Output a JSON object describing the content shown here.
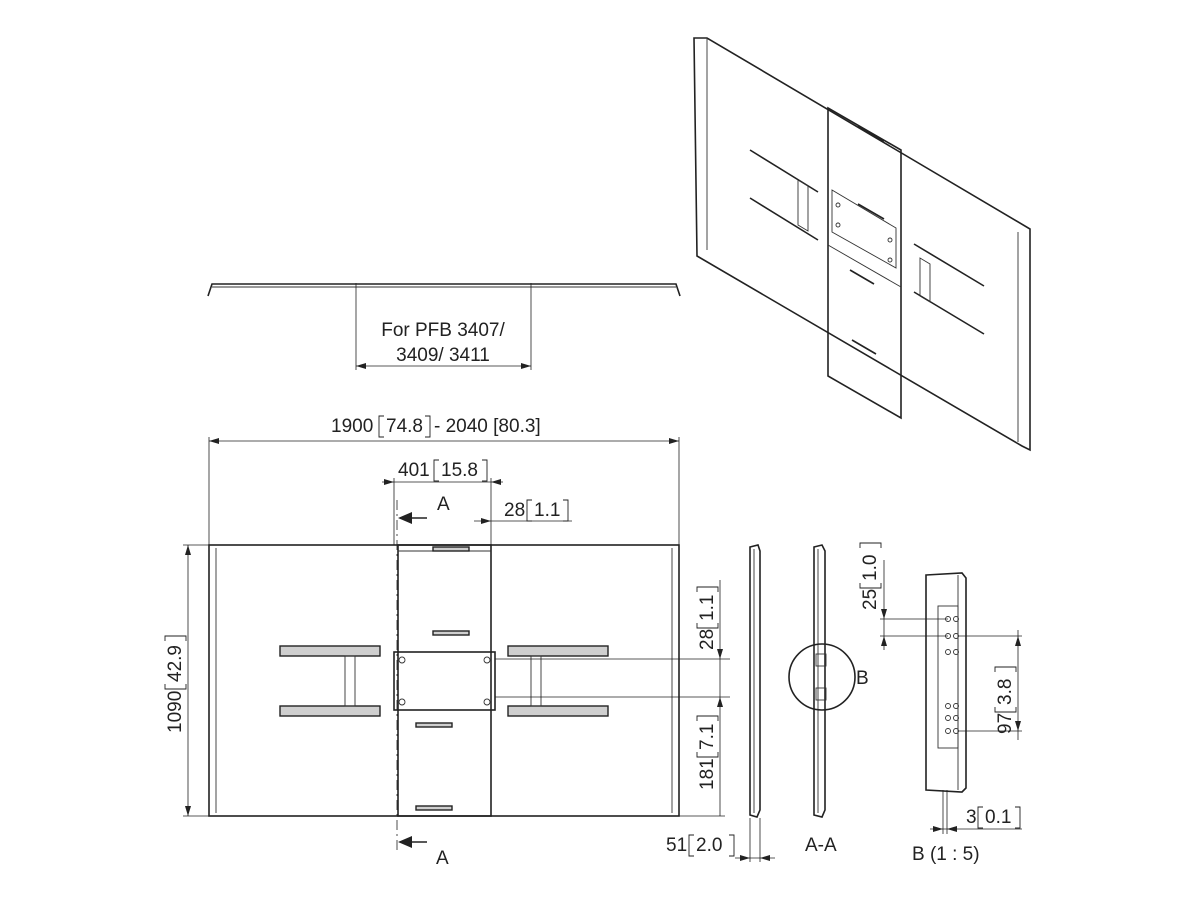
{
  "note": {
    "line1": "For PFB 3407/",
    "line2": "3409/ 3411"
  },
  "dims": {
    "width": {
      "mm": "1900",
      "inch": "74.8",
      "suffix": " - 2040 [80.3]"
    },
    "plate_width": {
      "mm": "401",
      "inch": "15.8"
    },
    "offset_top": {
      "mm": "28",
      "inch": "1.1"
    },
    "height": {
      "mm": "1090",
      "inch": "42.9"
    },
    "hole_spacing_v": {
      "mm": "28",
      "inch": "1.1"
    },
    "plate_low": {
      "mm": "181",
      "inch": "7.1"
    },
    "depth": {
      "mm": "51",
      "inch": "2.0"
    },
    "detail_pitch": {
      "mm": "25",
      "inch": "1.0"
    },
    "detail_span": {
      "mm": "97",
      "inch": "3.8"
    },
    "detail_gap": {
      "mm": "3",
      "inch": "0.1"
    }
  },
  "labels": {
    "section_top": "A",
    "section_bottom": "A",
    "section_view": "A-A",
    "detail_marker": "B",
    "detail_title": "B (1 : 5)"
  }
}
